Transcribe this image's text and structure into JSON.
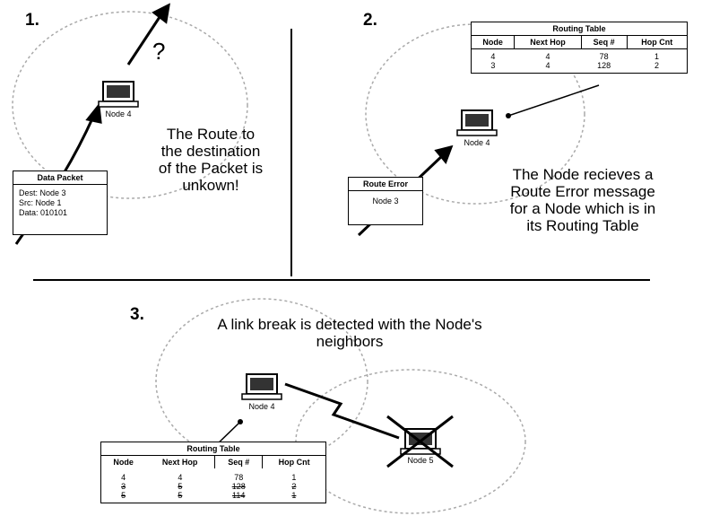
{
  "panels": {
    "p1": {
      "number": "1.",
      "question": "?",
      "node_label": "Node 4",
      "caption_lines": [
        "The Route to",
        "the destination",
        "of the Packet is",
        "unkown!"
      ],
      "packet": {
        "title": "Data Packet",
        "lines": [
          "Dest: Node 3",
          "Src:   Node 1",
          "Data: 010101"
        ]
      }
    },
    "p2": {
      "number": "2.",
      "node_label": "Node 4",
      "caption_lines": [
        "The Node recieves a",
        "Route Error message",
        "for a Node which is in",
        "its Routing Table"
      ],
      "error_doc": {
        "title": "Route Error",
        "line": "Node 3"
      },
      "table": {
        "title": "Routing Table",
        "headers": [
          "Node",
          "Next Hop",
          "Seq #",
          "Hop Cnt"
        ],
        "rows": [
          {
            "cells": [
              "4",
              "4",
              "78",
              "1"
            ],
            "struck": false
          },
          {
            "cells": [
              "3",
              "4",
              "128",
              "2"
            ],
            "struck": false
          }
        ]
      }
    },
    "p3": {
      "number": "3.",
      "caption_lines": [
        "A link break is detected with the Node's",
        "neighbors"
      ],
      "node4_label": "Node 4",
      "node5_label": "Node 5",
      "table": {
        "title": "Routing Table",
        "headers": [
          "Node",
          "Next Hop",
          "Seq #",
          "Hop Cnt"
        ],
        "rows": [
          {
            "cells": [
              "4",
              "4",
              "78",
              "1"
            ],
            "struck": false
          },
          {
            "cells": [
              "3",
              "5",
              "128",
              "2"
            ],
            "struck": true
          },
          {
            "cells": [
              "5",
              "5",
              "114",
              "1"
            ],
            "struck": true
          }
        ]
      }
    }
  }
}
